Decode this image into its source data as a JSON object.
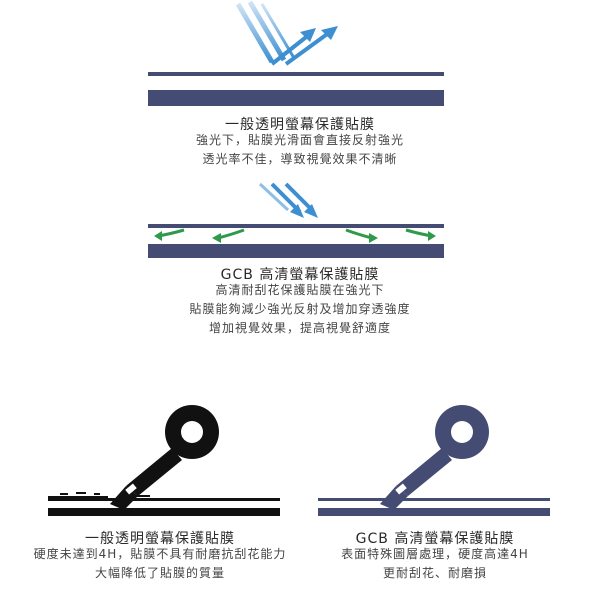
{
  "section1": {
    "title": "一般透明螢幕保護貼膜",
    "lines": [
      "強光下，貼膜光滑面會直接反射強光",
      "透光率不佳，導致視覺效果不清晰"
    ]
  },
  "section2": {
    "title": "GCB 高清螢幕保護貼膜",
    "lines": [
      "高清耐刮花保護貼膜在強光下",
      "貼膜能夠減少強光反射及增加穿透強度",
      "增加視覺效果，提高視覺舒適度"
    ]
  },
  "section3": {
    "title": "一般透明螢幕保護貼膜",
    "lines": [
      "硬度未達到4H，貼膜不具有耐磨抗刮花能力",
      "大幅降低了貼膜的質量"
    ]
  },
  "section4": {
    "title": "GCB 高清螢幕保護貼膜",
    "lines": [
      "表面特殊圖層處理，硬度高達4H",
      "更耐刮花、耐磨損"
    ]
  },
  "colors": {
    "film": "#454c73",
    "light_arrow": "#3d8fd1",
    "green_arrow": "#2e9a4a",
    "key_black": "#111111",
    "key_blue": "#454c73"
  }
}
